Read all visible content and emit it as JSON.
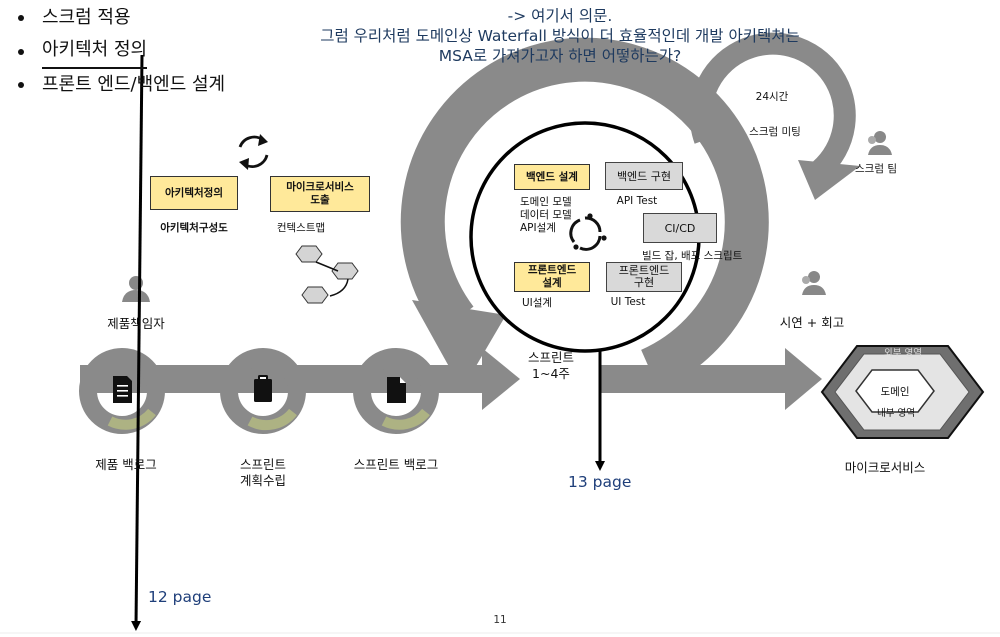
{
  "bullets": [
    {
      "text": "스크럼 적용"
    },
    {
      "text": "아키텍처 정의"
    },
    {
      "text": "프론트 엔드/백엔드 설계"
    }
  ],
  "question": {
    "line1": "-> 여기서 의문.",
    "line2": "그럼 우리처럼 도메인상 Waterfall 방식이 더 효율적인데 개발 아키텍쳐는",
    "line3": "MSA로 가져가고자 하면 어떻하는가?"
  },
  "loop": {
    "hours": "24시간",
    "meeting": "스크럼 미팅"
  },
  "roles": {
    "team": "스크럼 팀",
    "owner": "제품책임자",
    "demo": "시연 + 회고"
  },
  "architecture": {
    "define_box": "아키텍처정의",
    "define_caption": "아키텍처구성도",
    "derive_box_line1": "마이크로서비스",
    "derive_box_line2": "도출",
    "derive_caption": "컨텍스트맵"
  },
  "sprint_inner": {
    "backend_design": "백엔드 설계",
    "backend_design_items": [
      "도메인 모델",
      "데이터 모델",
      "API설계"
    ],
    "backend_impl": "백엔드 구현",
    "backend_impl_caption": "API Test",
    "cicd": "CI/CD",
    "cicd_caption": "빌드 잡, 배포 스크립트",
    "frontend_design_line1": "프론트엔드",
    "frontend_design_line2": "설계",
    "frontend_design_caption": "UI설계",
    "frontend_impl_line1": "프론트엔드",
    "frontend_impl_line2": "구현",
    "frontend_impl_caption": "UI Test"
  },
  "sprint": {
    "label": "스프린트",
    "duration": "1~4주"
  },
  "steps": [
    {
      "label_line1": "제품 백로그",
      "label_line2": ""
    },
    {
      "label_line1": "스프린트",
      "label_line2": "계획수립"
    },
    {
      "label_line1": "스프린트 백로그",
      "label_line2": ""
    }
  ],
  "microservice": {
    "outer": "외부 영역",
    "center": "도메인",
    "inner": "내부 영역",
    "caption": "마이크로서비스"
  },
  "page_links": {
    "left": "12 page",
    "center": "13 page"
  },
  "slide_number": "11"
}
